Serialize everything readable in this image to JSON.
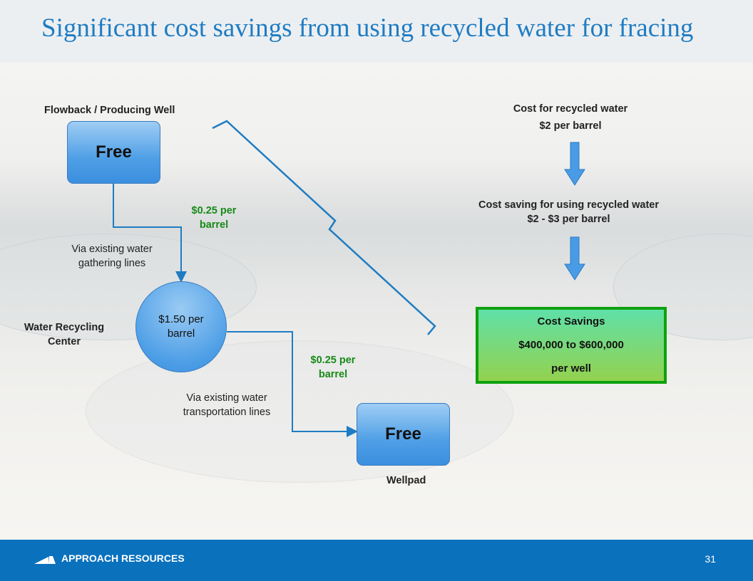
{
  "title": "Significant cost savings from using recycled water for fracing",
  "diagram": {
    "source_label": "Flowback / Producing Well",
    "source_box": "Free",
    "pipe1_cost": [
      "$0.25 per",
      "barrel"
    ],
    "pipe1_note": [
      "Via existing water",
      "gathering lines"
    ],
    "center_label": [
      "Water Recycling",
      "Center"
    ],
    "center_cost": [
      "$1.50 per",
      "barrel"
    ],
    "pipe2_cost": [
      "$0.25 per",
      "barrel"
    ],
    "pipe2_note": [
      "Via existing water",
      "transportation lines"
    ],
    "dest_box": "Free",
    "dest_label": "Wellpad"
  },
  "right": {
    "recycled_title": "Cost for recycled water",
    "recycled_value": "$2 per barrel",
    "saving_title": "Cost saving for using recycled water",
    "saving_value": "$2 - $3 per barrel",
    "savings_box": {
      "title": "Cost Savings",
      "value": "$400,000 to $600,000",
      "unit": "per well"
    }
  },
  "footer": {
    "brand": "APPROACH RESOURCES",
    "page": "31"
  }
}
